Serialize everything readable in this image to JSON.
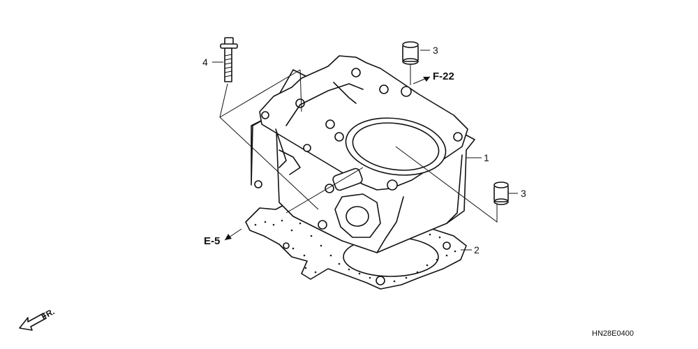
{
  "callouts": {
    "part_1": "1",
    "part_2": "2",
    "part_3_top": "3",
    "part_3_side": "3",
    "part_4": "4"
  },
  "references": {
    "f22": "F-22",
    "e5": "E-5"
  },
  "direction": {
    "label": "FR."
  },
  "diagram_code": "HN28E0400"
}
